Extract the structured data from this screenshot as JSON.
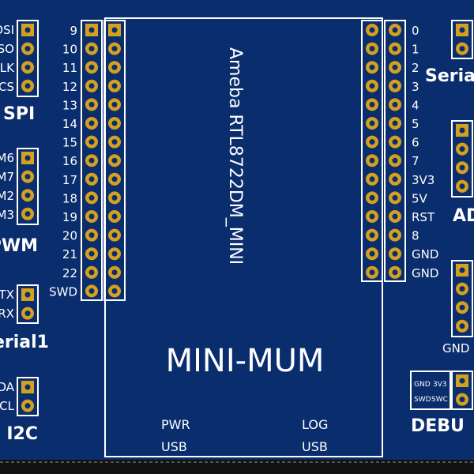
{
  "board": {
    "module_title": "Ameba RTL8722DM_MINI",
    "name": "MINI-MUM",
    "pwr_label": "PWR",
    "pwr_usb": "USB",
    "log_label": "LOG",
    "log_usb": "USB"
  },
  "left_header": {
    "labels": [
      "9",
      "10",
      "11",
      "12",
      "13",
      "14",
      "15",
      "16",
      "17",
      "18",
      "19",
      "20",
      "21",
      "22",
      "SWD"
    ]
  },
  "right_header": {
    "labels": [
      "0",
      "1",
      "2",
      "3",
      "4",
      "5",
      "6",
      "7",
      "3V3",
      "5V",
      "RST",
      "8",
      "GND",
      "GND"
    ]
  },
  "groups": {
    "spi": {
      "title": "SPI",
      "pins": [
        "OSI",
        "ISO",
        "CLK",
        "CS"
      ]
    },
    "pwm": {
      "title": "PWM",
      "pins": [
        "M6",
        "M7",
        "M2",
        "M3"
      ]
    },
    "serial1": {
      "title": "erial1",
      "pins": [
        "TX",
        "RX"
      ]
    },
    "i2c": {
      "title": "I2C",
      "pins": [
        "DA",
        "CL"
      ]
    },
    "serial_right": {
      "title": "Seria"
    },
    "adc": {
      "title": "AD"
    },
    "gnd_right": {
      "label": "GND"
    },
    "debug": {
      "title": "DEBU",
      "top_pins": [
        "GND",
        "3V3"
      ],
      "bottom_pins": [
        "SWD",
        "SWC"
      ]
    }
  },
  "colors": {
    "board": "#0a2d6e",
    "silkscreen": "#ffffff",
    "pad": "#d4a020",
    "background": "#111111"
  }
}
